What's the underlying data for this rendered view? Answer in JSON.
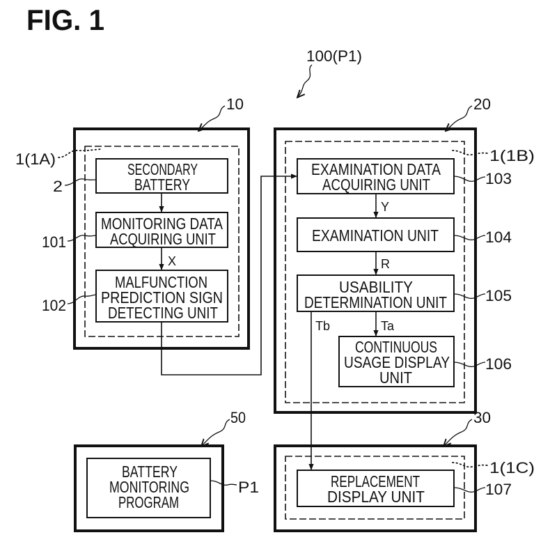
{
  "figure_title": "FIG. 1",
  "system_ref": "100(P1)",
  "device_10": {
    "ref": "10",
    "module_ref": "1(1A)",
    "units": {
      "secondary_battery": {
        "ref": "2",
        "lines": [
          "SECONDARY",
          "BATTERY"
        ]
      },
      "monitoring_data_acquiring_unit": {
        "ref": "101",
        "lines": [
          "MONITORING DATA",
          "ACQUIRING UNIT"
        ]
      },
      "malfunction_prediction_sign_detecting_unit": {
        "ref": "102",
        "lines": [
          "MALFUNCTION",
          "PREDICTION SIGN",
          "DETECTING UNIT"
        ]
      }
    },
    "signals": {
      "x": "X"
    }
  },
  "device_20": {
    "ref": "20",
    "module_ref": "1(1B)",
    "units": {
      "examination_data_acquiring_unit": {
        "ref": "103",
        "lines": [
          "EXAMINATION DATA",
          "ACQUIRING UNIT"
        ]
      },
      "examination_unit": {
        "ref": "104",
        "lines": [
          "EXAMINATION UNIT"
        ]
      },
      "usability_determination_unit": {
        "ref": "105",
        "lines": [
          "USABILITY",
          "DETERMINATION UNIT"
        ]
      },
      "continuous_usage_display_unit": {
        "ref": "106",
        "lines": [
          "CONTINUOUS",
          "USAGE DISPLAY",
          "UNIT"
        ]
      }
    },
    "signals": {
      "y": "Y",
      "r": "R",
      "ta": "Ta",
      "tb": "Tb"
    }
  },
  "device_30": {
    "ref": "30",
    "module_ref": "1(1C)",
    "units": {
      "replacement_display_unit": {
        "ref": "107",
        "lines": [
          "REPLACEMENT",
          "DISPLAY UNIT"
        ]
      }
    }
  },
  "device_50": {
    "ref": "50",
    "program": {
      "ref": "P1",
      "lines": [
        "BATTERY",
        "MONITORING",
        "PROGRAM"
      ]
    }
  }
}
